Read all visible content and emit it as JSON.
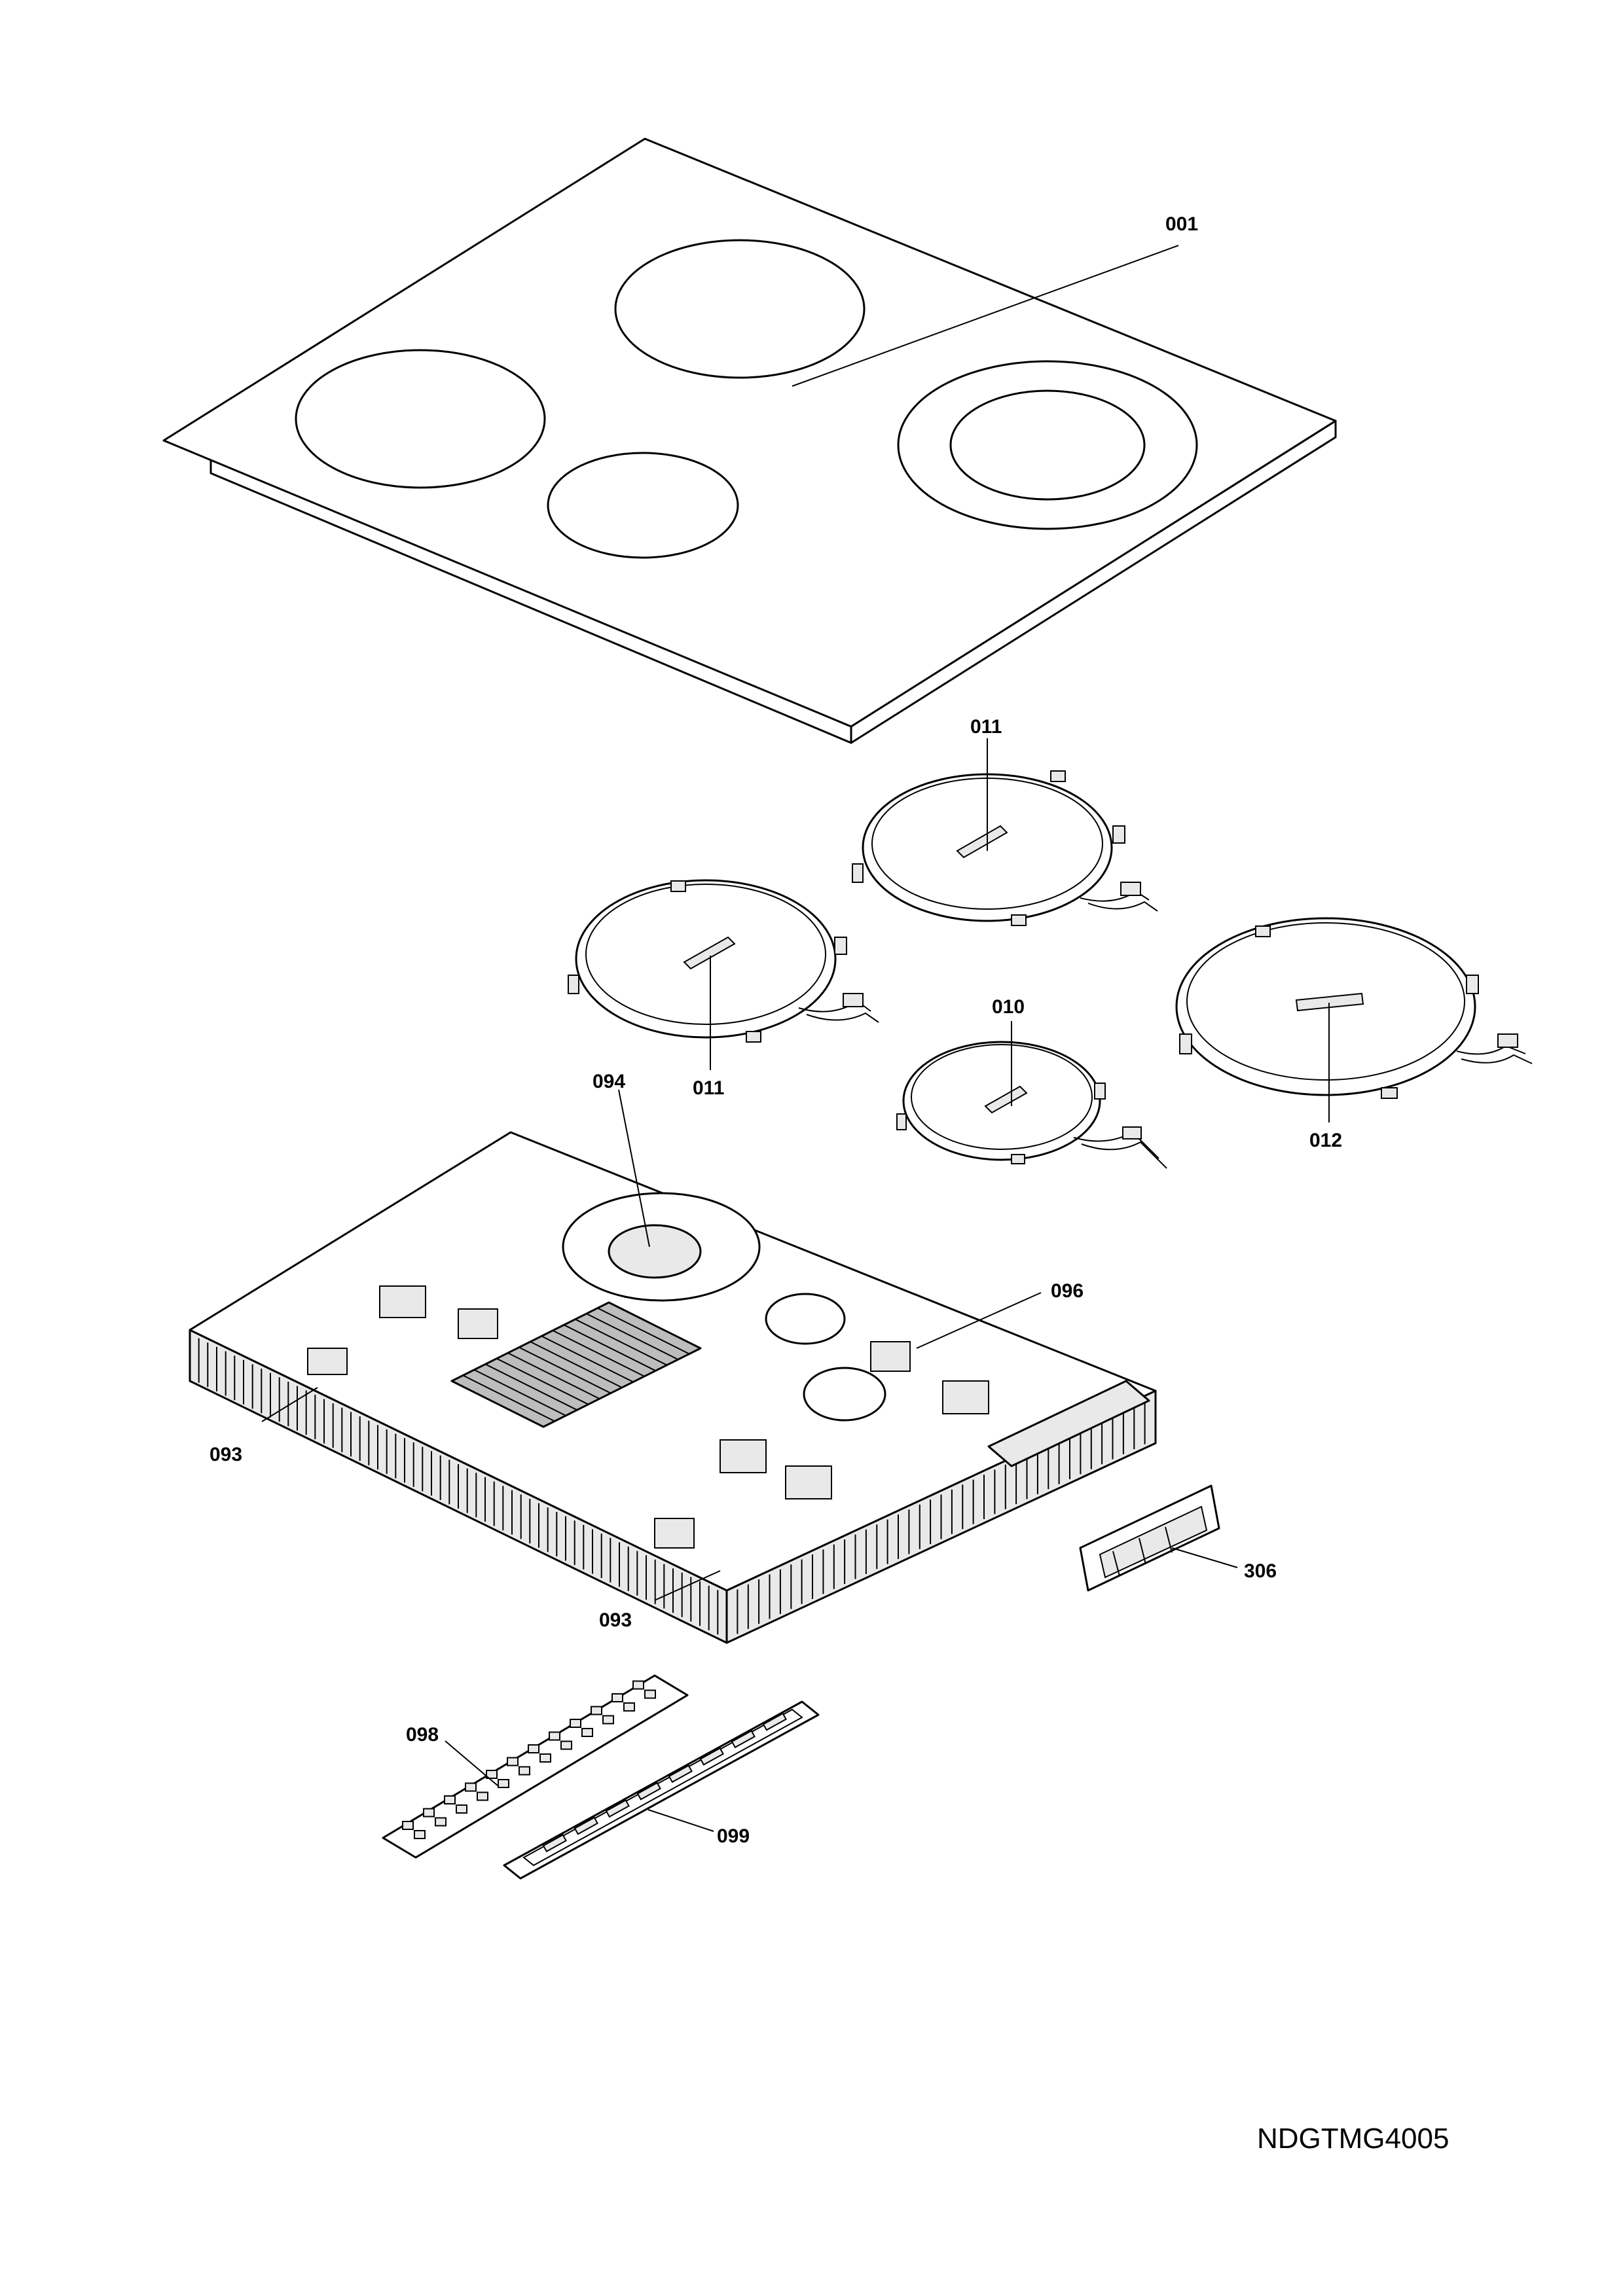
{
  "labels": {
    "p001": "001",
    "p011_top": "011",
    "p011_left": "011",
    "p010": "010",
    "p012": "012",
    "p094": "094",
    "p096": "096",
    "p093_left": "093",
    "p093_bottom": "093",
    "p306": "306",
    "p098": "098",
    "p099": "099"
  },
  "drawing_code": "NDGTMG4005"
}
